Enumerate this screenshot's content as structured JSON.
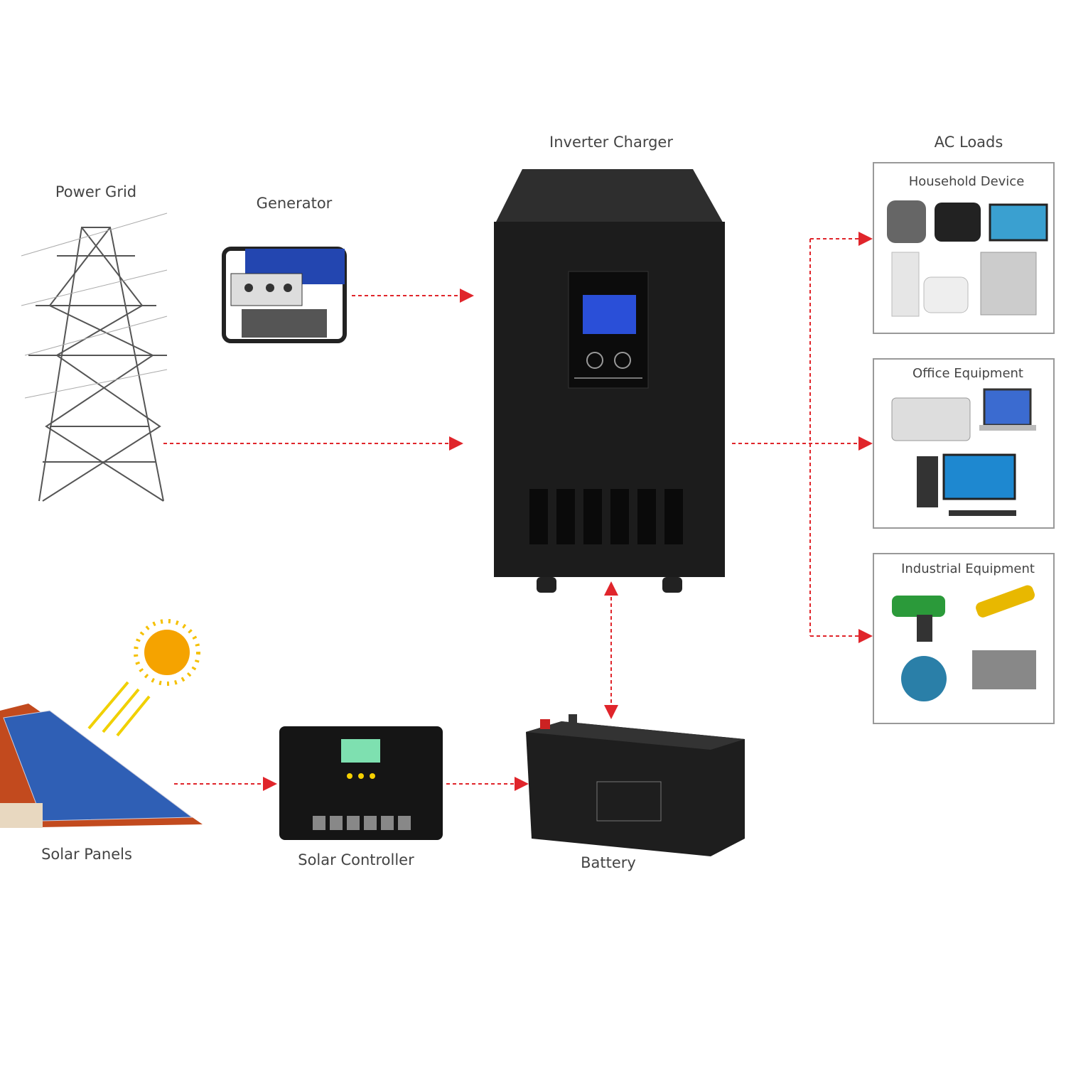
{
  "labels": {
    "power_grid": "Power Grid",
    "generator": "Generator",
    "inverter_charger": "Inverter Charger",
    "ac_loads": "AC Loads",
    "household_device": "Household Device",
    "office_equipment": "Office Equipment",
    "industrial_equipment": "Industrial Equipment",
    "solar_panels": "Solar Panels",
    "solar_controller": "Solar Controller",
    "battery": "Battery"
  },
  "colors": {
    "arrow": "#e0252b",
    "inverter": "#1c1c1c",
    "screen": "#2a4fd8"
  }
}
